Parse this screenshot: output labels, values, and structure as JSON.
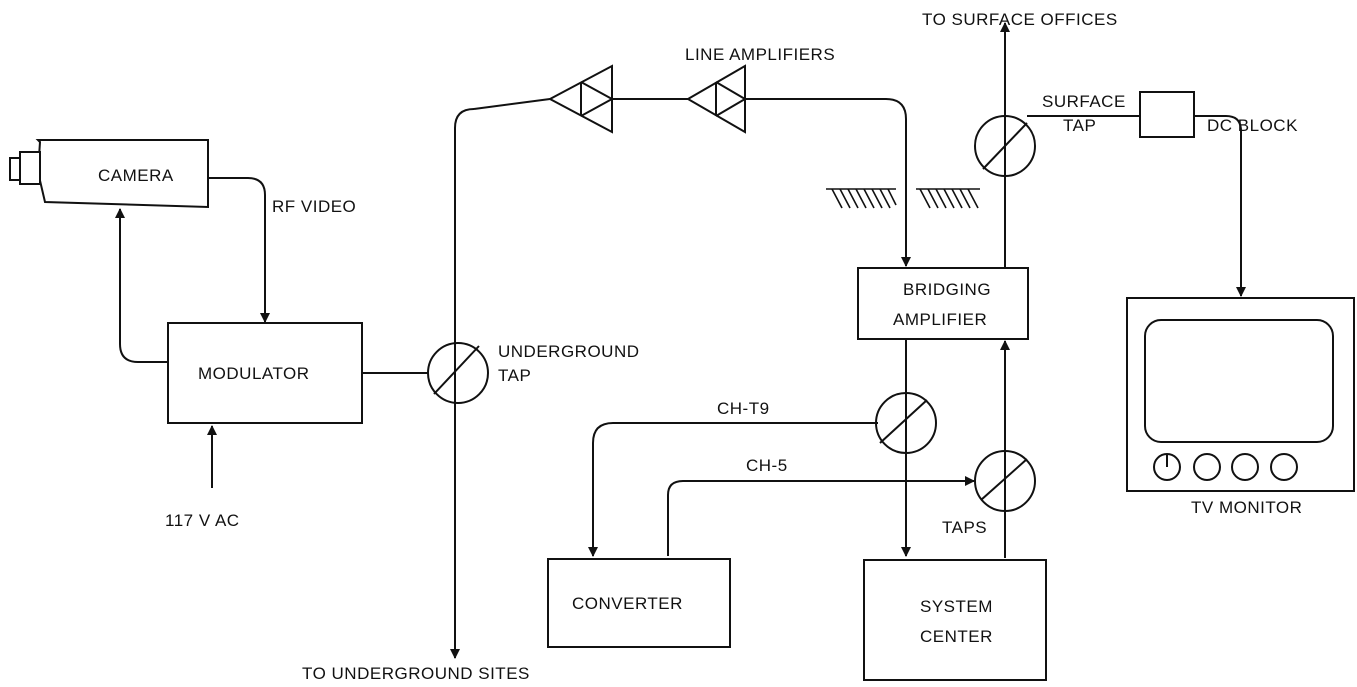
{
  "labels": {
    "camera": "CAMERA",
    "rf_video": "RF VIDEO",
    "modulator": "MODULATOR",
    "power": "117 V AC",
    "underground_tap_1": "UNDERGROUND",
    "underground_tap_2": "TAP",
    "to_underground": "TO UNDERGROUND SITES",
    "line_amplifiers": "LINE AMPLIFIERS",
    "to_surface": "TO SURFACE OFFICES",
    "surface_tap_1": "SURFACE",
    "surface_tap_2": "TAP",
    "dc_block": "DC BLOCK",
    "bridging_1": "BRIDGING",
    "bridging_2": "AMPLIFIER",
    "tv_monitor": "TV MONITOR",
    "ch_t9": "CH-T9",
    "ch_5": "CH-5",
    "taps": "TAPS",
    "converter": "CONVERTER",
    "system_center_1": "SYSTEM",
    "system_center_2": "CENTER"
  }
}
